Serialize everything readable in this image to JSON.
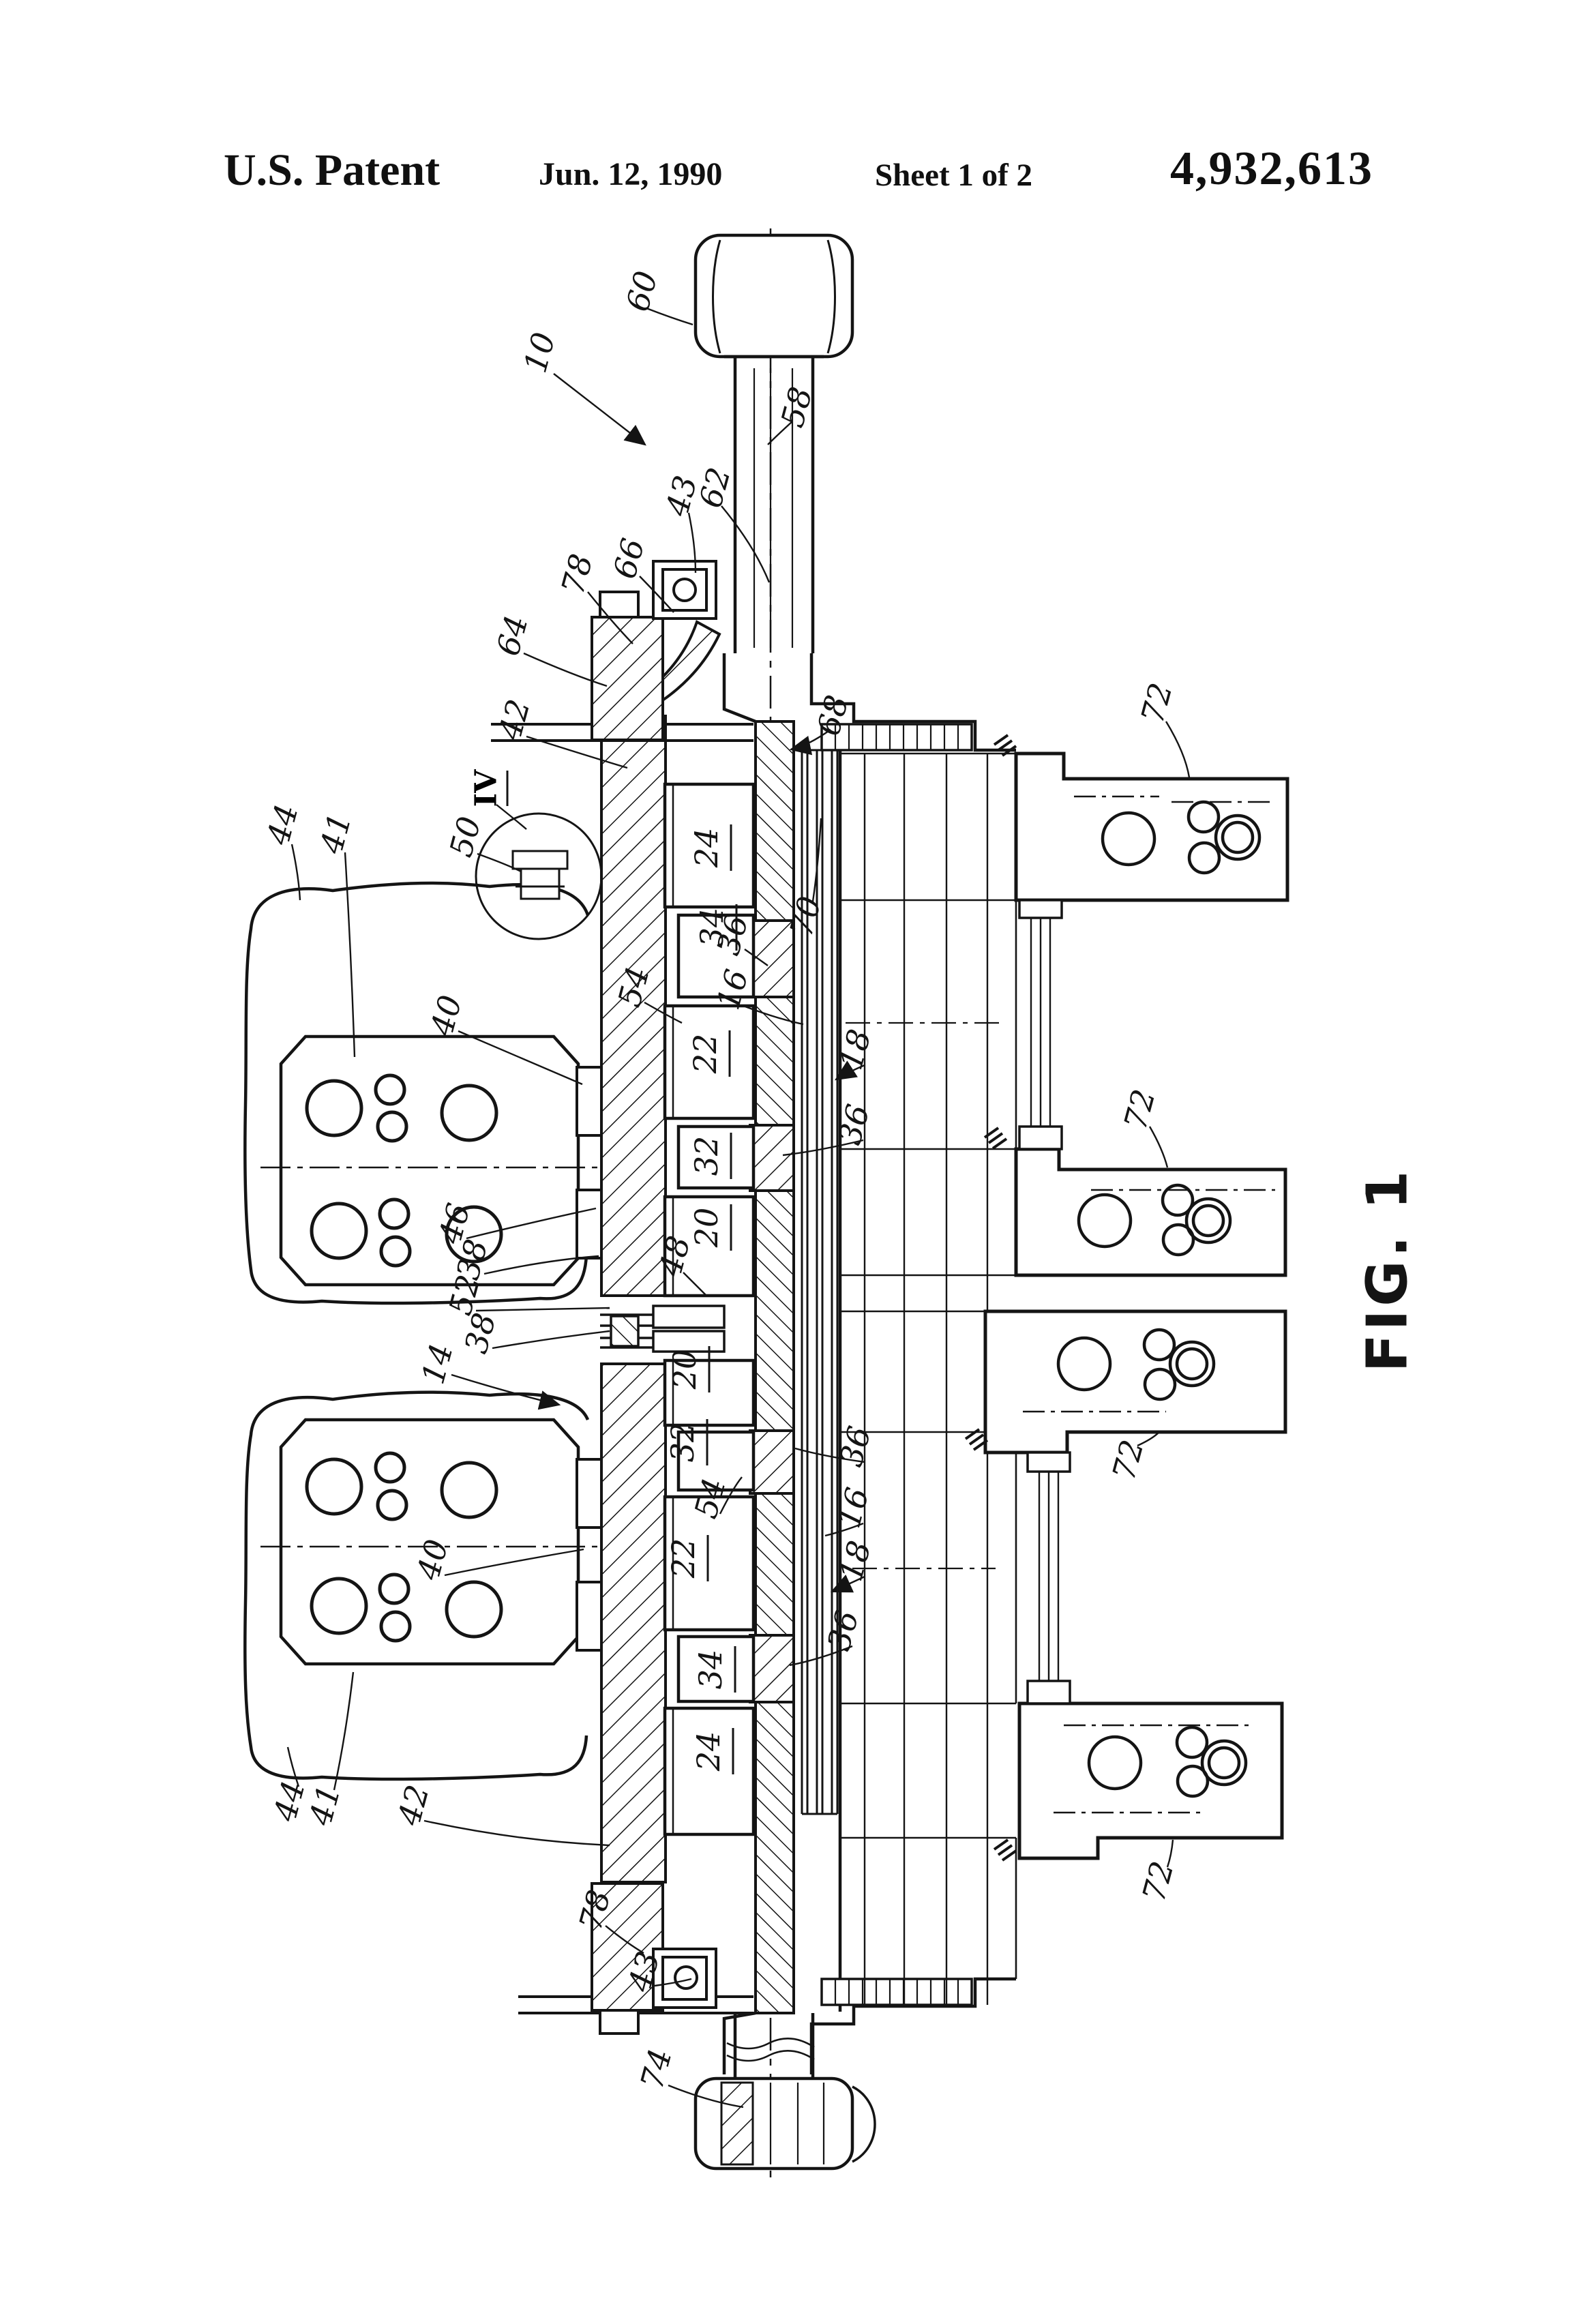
{
  "header": {
    "title": "U.S. Patent",
    "date": "Jun. 12, 1990",
    "sheet": "Sheet 1 of 2",
    "patent_number": "4,932,613"
  },
  "figure": {
    "caption": "FIG. 1",
    "section_marker": "IV"
  },
  "colors": {
    "ink": "#141414",
    "paper": "#ffffff"
  },
  "labels": [
    "60",
    "10",
    "58",
    "43",
    "62",
    "66",
    "78",
    "64",
    "42",
    "68",
    "IV",
    "50",
    "44",
    "41",
    "24",
    "34",
    "70",
    "36",
    "16",
    "54",
    "22",
    "40",
    "18",
    "36",
    "32",
    "20",
    "46",
    "38",
    "52",
    "38",
    "14",
    "48",
    "20",
    "32",
    "36",
    "54",
    "16",
    "22",
    "18",
    "40",
    "36",
    "34",
    "24",
    "44",
    "41",
    "42",
    "78",
    "43",
    "74",
    "72",
    "72",
    "72",
    "72",
    "FIG. 1"
  ]
}
